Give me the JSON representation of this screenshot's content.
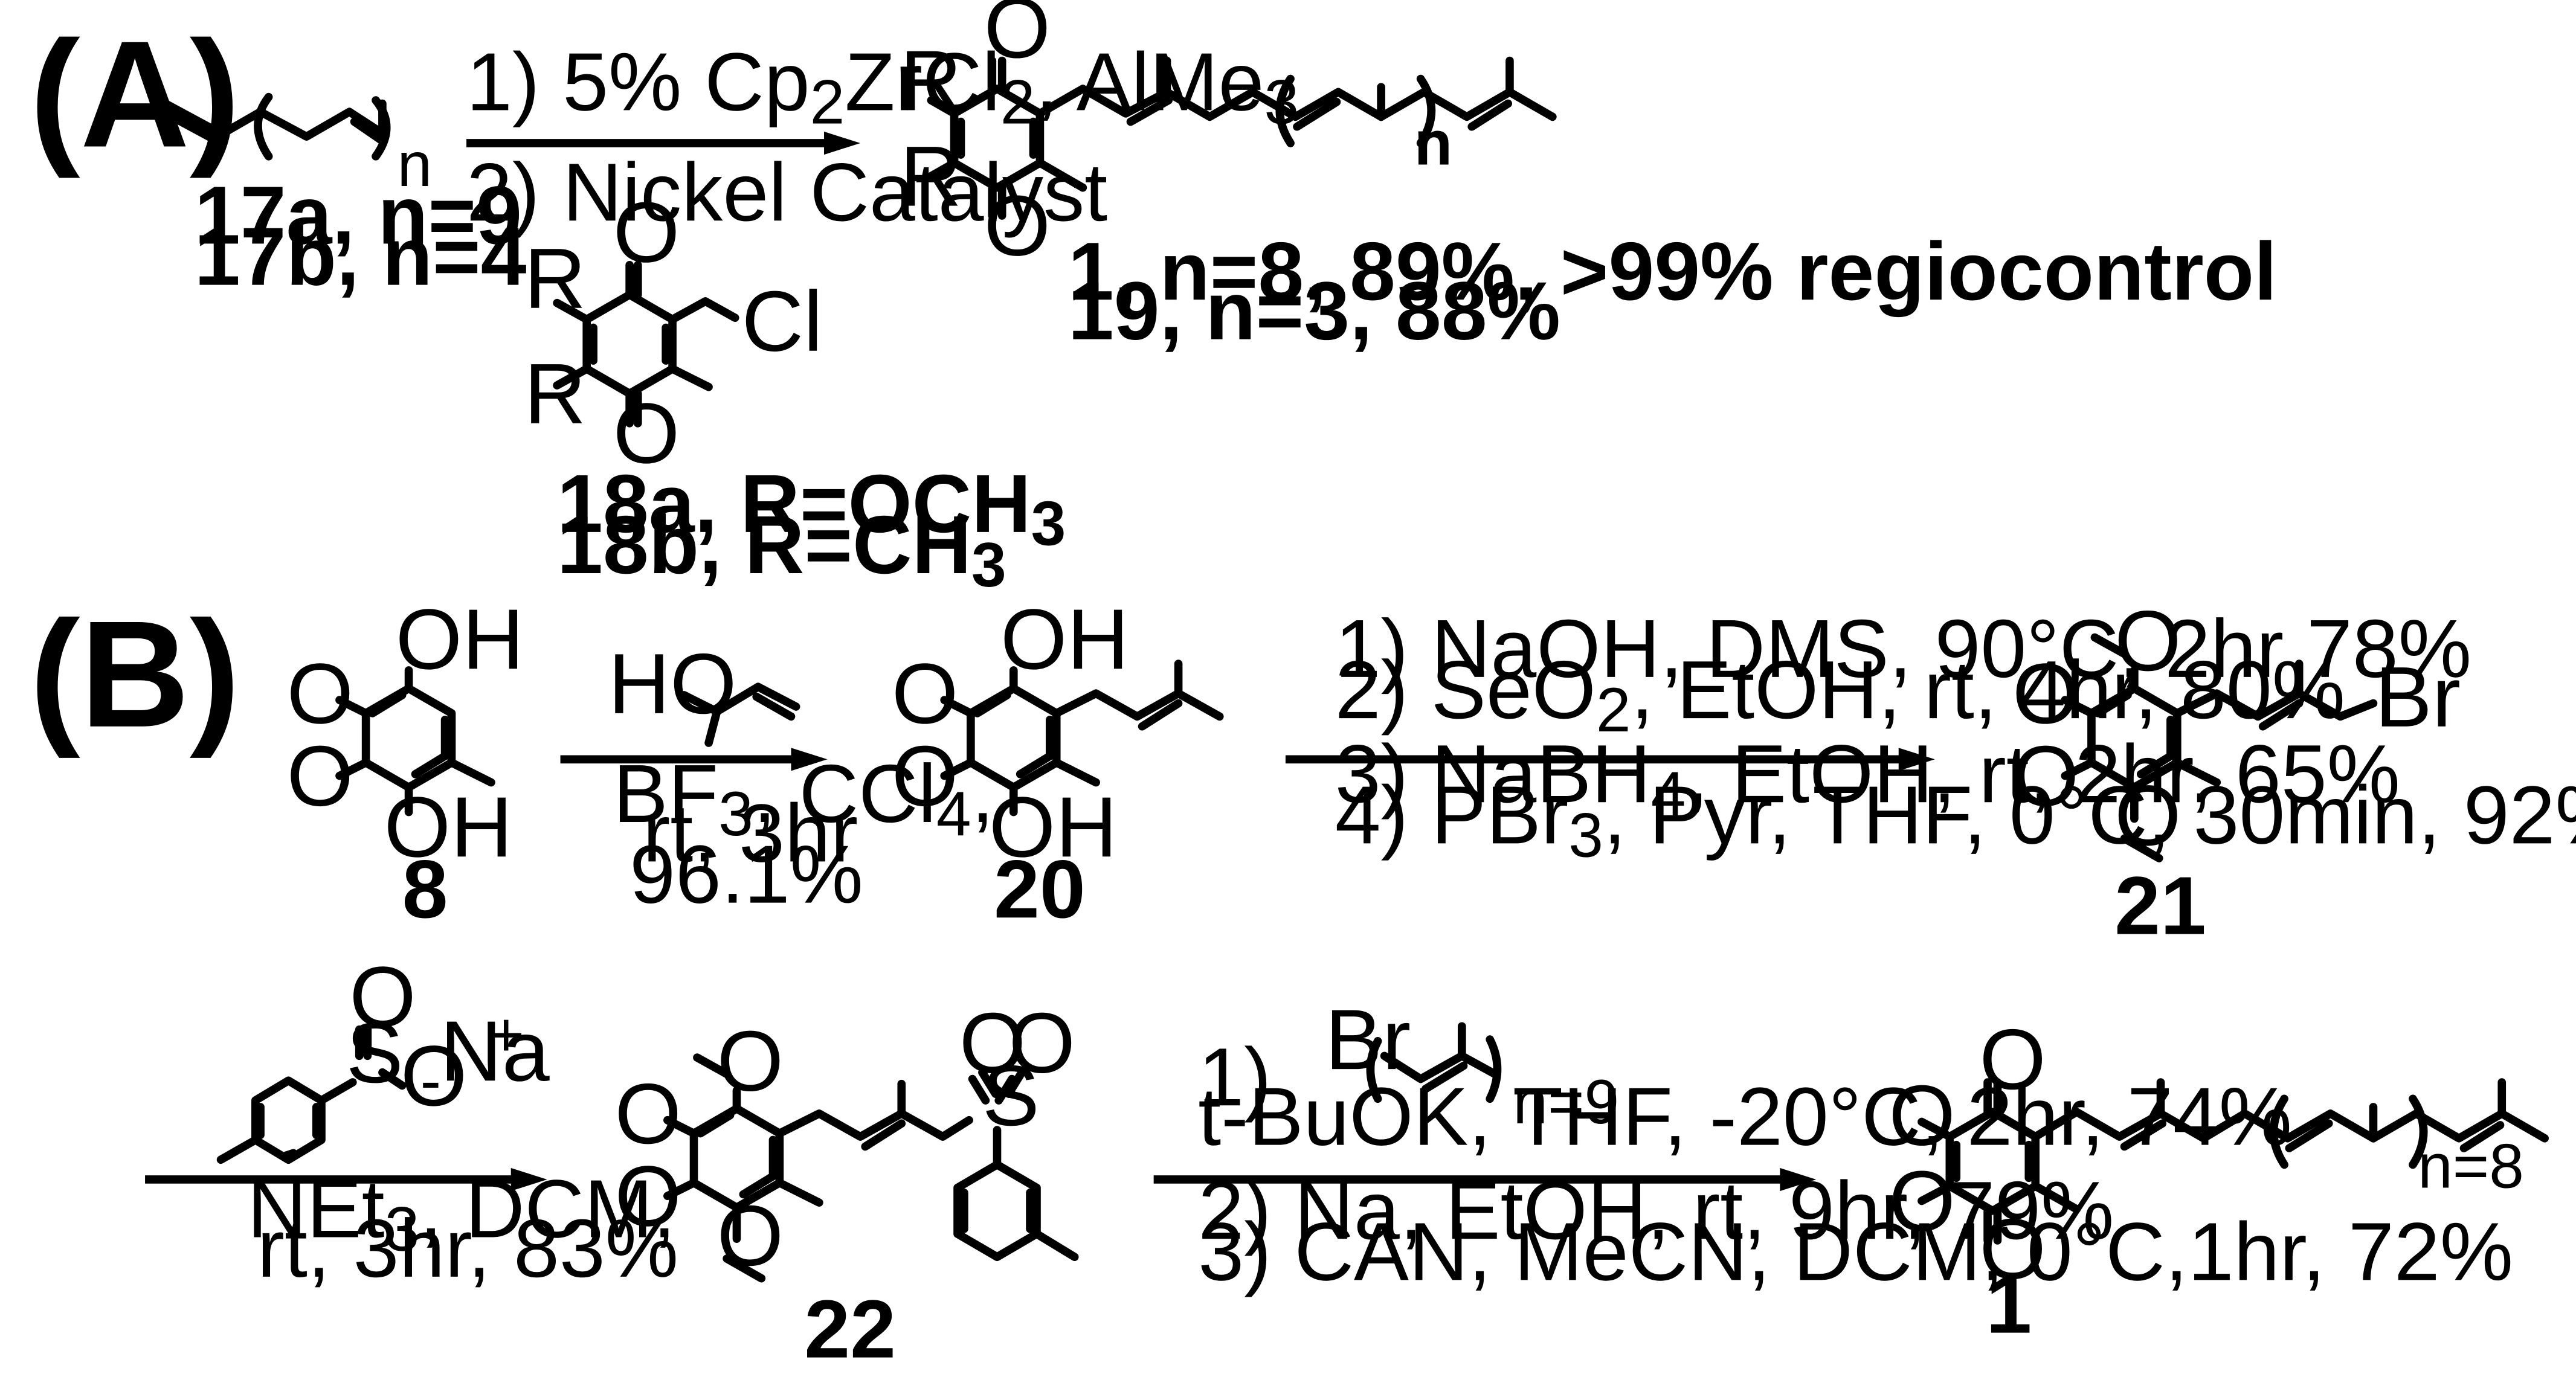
{
  "panels": {
    "a": "(A)",
    "b": "(B)"
  },
  "part_a": {
    "conditions": {
      "step1": [
        "1) 5% Cp",
        "2",
        "ZrCl",
        "2",
        ", AlMe",
        "3"
      ],
      "step2": "2)  Nickel Catalyst"
    },
    "compounds": {
      "start_a": "17a, n=9",
      "start_b": "17b, n=4",
      "reagent_a": [
        "18a, R=OCH",
        "3"
      ],
      "reagent_b": [
        "18b, R=CH",
        "3"
      ],
      "product_a": "1, n=8, 89%, >99% regiocontrol",
      "product_b": "19, n=3, 88%"
    },
    "atoms": {
      "r": "R",
      "o": "O",
      "cl": "Cl",
      "n": "n"
    }
  },
  "part_b": {
    "conditions": {
      "prenylation": {
        "reagent_atoms": "HO",
        "line1": [
          "BF",
          "3",
          ", CCl",
          "4",
          ","
        ],
        "line2": "rt, 3hr",
        "line3": "96.1%"
      },
      "multistep": {
        "step1": "1) NaOH, DMS, 90°C, 2hr 78%",
        "step2": [
          "2) SeO",
          "2",
          ", EtOH, rt, 4hr, 80%"
        ],
        "step3": [
          "3) NaBH",
          "4",
          ", EtOH, rt, 2hr, 65%"
        ],
        "step4": [
          "4) PBr",
          "3",
          ", Pyr, THF, 0°C, 30min, 92%"
        ]
      },
      "sulfinate": {
        "atoms": {
          "s": "S",
          "o": "O",
          "na": "Na",
          "plus": "+",
          "minus": "-"
        },
        "line1": [
          "NEt",
          "3",
          ", DCM,"
        ],
        "line2": "rt, 3hr, 83%"
      },
      "coupling": {
        "step1_num": "1)",
        "bromide_atom": "Br",
        "bromide_n": "n=9",
        "step1": "t-BuOK, THF, -20°C, 2hr, 74%",
        "step2": "2) Na, EtOH, rt, 9hr, 79%",
        "step3": "3) CAN, MeCN, DCM, 0°C,1hr, 72%"
      }
    },
    "compounds": {
      "c8": "8",
      "c20": "20",
      "c21": "21",
      "c22": "22",
      "c1": "1",
      "product_n": "n=8"
    },
    "atoms": {
      "oh": "OH",
      "o": "O",
      "br": "Br",
      "s": "S"
    }
  }
}
